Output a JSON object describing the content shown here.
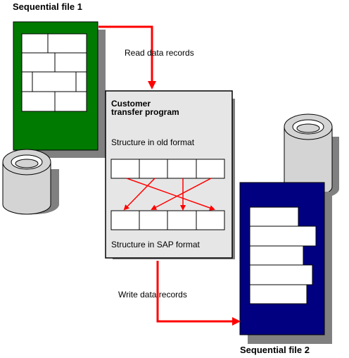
{
  "labels": {
    "file1_title": "Sequential file 1",
    "file2_title": "Sequential file 2",
    "read_records": "Read data records",
    "write_records": "Write data records",
    "program_title_line1": "Customer",
    "program_title_line2": "transfer program",
    "old_structure": "Structure in old format",
    "sap_structure": "Structure in SAP format"
  },
  "colors": {
    "file1_fill": "#007a00",
    "file2_fill": "#000080",
    "program_fill": "#e6e6e6",
    "arrow": "#ff0000",
    "shadow": "#808080",
    "cylinder": "#d4d4d4"
  }
}
